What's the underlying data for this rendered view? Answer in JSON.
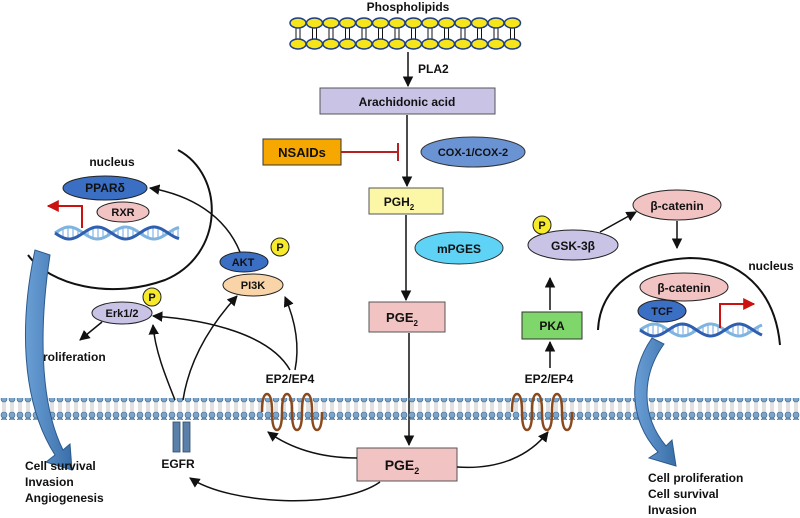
{
  "labels": {
    "phospholipids": "Phospholipids",
    "pla2": "PLA2",
    "arachidonic_acid": "Arachidonic acid",
    "nsaids": "NSAIDs",
    "cox": "COX-1/COX-2",
    "pgh2": "PGH",
    "pgh2_sub": "2",
    "mpges": "mPGES",
    "pge2_upper": "PGE",
    "pge2_upper_sub": "2",
    "pge2_lower": "PGE",
    "pge2_lower_sub": "2",
    "nucleus_left": "nucleus",
    "nucleus_right": "nucleus",
    "ppar": "PPARδ",
    "rxr": "RXR",
    "akt": "AKT",
    "pi3k": "PI3K",
    "erk": "Erk1/2",
    "phospho": "P",
    "proliferation": "Proliferation",
    "ep_left": "EP2/EP4",
    "ep_right": "EP2/EP4",
    "egfr": "EGFR",
    "left_outcomes": [
      "Cell survival",
      "Invasion",
      "Angiogenesis"
    ],
    "right_outcomes": [
      "Cell proliferation",
      "Cell survival",
      "Invasion"
    ],
    "gsk": "GSK-3β",
    "beta_catenin_top": "β-catenin",
    "beta_catenin_nuc": "β-catenin",
    "tcf": "TCF",
    "pka": "PKA"
  },
  "colors": {
    "arachidonic_fill": "#c9c3e6",
    "nsaids_fill": "#f7a800",
    "cox_fill": "#6a93d4",
    "pgh2_fill": "#fbf7a6",
    "mpges_fill": "#5fd3f5",
    "pge2_fill": "#f2c3c3",
    "ppar_fill": "#3b6fc4",
    "rxr_fill": "#f2c3c3",
    "akt_fill": "#3b6fc4",
    "pi3k_fill": "#f8d4a8",
    "erk_fill": "#c9c3e6",
    "phospho_fill": "#f6ea2a",
    "gsk_fill": "#c9c3e6",
    "beta_catenin_fill": "#f2c3c3",
    "tcf_fill": "#3b6fc4",
    "pka_fill": "#7fd66a",
    "inhibit_line": "#b22222",
    "receptor": "#8b4a1e",
    "egfr": "#5a7fa8",
    "membrane": "#7aa5cc",
    "big_arrow": "#4f86bf",
    "dna_blue": "#2f5fae",
    "gene_arrow": "#cc1111"
  }
}
